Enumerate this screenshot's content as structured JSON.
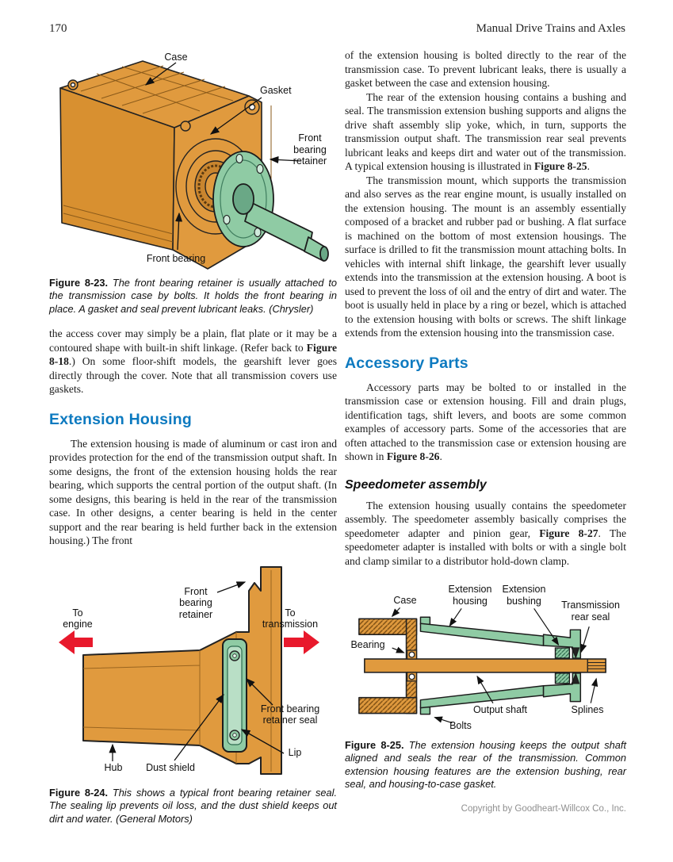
{
  "header": {
    "page_number": "170",
    "title": "Manual Drive Trains and Axles"
  },
  "headings": {
    "extension_housing": "Extension Housing",
    "accessory_parts": "Accessory Parts",
    "speedometer_assembly": "Speedometer assembly"
  },
  "paragraphs": {
    "left_access_cover": [
      {
        "t": "the access cover may simply be a plain, flat plate or it may be a contoured shape with built-in shift linkage. (Refer back to "
      },
      {
        "t": "Figure 8-18",
        "b": true
      },
      {
        "t": ".) On some floor-shift models, the gearshift lever goes directly through the cover. Note that all transmission covers use gaskets."
      }
    ],
    "left_extension": [
      {
        "t": "The extension housing is made of aluminum or cast iron and provides protection for the end of the transmission output shaft. In some designs, the front of the extension housing holds the rear bearing, which supports the central portion of the output shaft. (In some designs, this bearing is held in the rear of the transmission case. In other designs, a center bearing is held in the center support and the rear bearing is held further back in the extension housing.) The front"
      }
    ],
    "right_continuation": [
      {
        "t": "of the extension housing is bolted directly to the rear of the transmission case. To prevent lubricant leaks, there is usually a gasket between the case and extension housing."
      }
    ],
    "right_rear": [
      {
        "t": "The rear of the extension housing contains a bushing and seal. The transmission extension bushing supports and aligns the drive shaft assembly slip yoke, which, in turn, supports the transmission output shaft. The transmission rear seal prevents lubricant leaks and keeps dirt and water out of the transmission. A typical extension housing is illustrated in "
      },
      {
        "t": "Figure 8-25",
        "b": true
      },
      {
        "t": "."
      }
    ],
    "right_mount": [
      {
        "t": "The transmission mount, which supports the transmission and also serves as the rear engine mount, is usually installed on the extension housing. The mount is an assembly essentially composed of a bracket and rubber pad or bushing. A flat surface is machined on the bottom of most extension housings. The surface is drilled to fit the transmission mount attaching bolts. In vehicles with internal shift linkage, the gearshift lever usually extends into the transmission at the extension housing. A boot is used to prevent the loss of oil and the entry of dirt and water. The boot is usually held in place by a ring or bezel, which is attached to the extension housing with bolts or screws. The shift linkage extends from the extension housing into the transmission case."
      }
    ],
    "right_accessory": [
      {
        "t": "Accessory parts may be bolted to or installed in the transmission case or extension housing. Fill and drain plugs, identification tags, shift levers, and boots are some common examples of accessory parts. Some of the accessories that are often attached to the transmission case or extension housing are shown in "
      },
      {
        "t": "Figure 8-26",
        "b": true
      },
      {
        "t": "."
      }
    ],
    "right_speedo": [
      {
        "t": "The extension housing usually contains the speedometer assembly. The speedometer assembly basically comprises the speedometer adapter and pinion gear, "
      },
      {
        "t": "Figure 8-27",
        "b": true
      },
      {
        "t": ". The speedometer adapter is installed with bolts or with a single bolt and clamp similar to a distributor hold-down clamp."
      }
    ]
  },
  "figures": {
    "fig23": {
      "caption_label": "Figure 8-23.",
      "caption_text": " The front bearing retainer is usually attached to the transmission case by bolts. It holds the front bearing in place. A gasket and seal prevent lubricant leaks. (Chrysler)",
      "labels": {
        "case": "Case",
        "gasket": "Gasket",
        "front_bearing_retainer": "Front\nbearing\nretainer",
        "front_bearing": "Front bearing"
      }
    },
    "fig24": {
      "caption_label": "Figure 8-24.",
      "caption_text": " This shows a typical front bearing retainer seal. The sealing lip prevents oil loss, and the dust shield keeps out dirt and water. (General Motors)",
      "labels": {
        "front_bearing_retainer": "Front\nbearing\nretainer",
        "to_engine": "To\nengine",
        "to_transmission": "To\ntransmission",
        "front_bearing_retainer_seal": "Front bearing\nretainer seal",
        "lip": "Lip",
        "dust_shield": "Dust shield",
        "hub": "Hub"
      }
    },
    "fig25": {
      "caption_label": "Figure 8-25.",
      "caption_text": " The extension housing keeps the output shaft aligned and seals the rear of the transmission. Common extension housing features are the extension bushing, rear seal, and housing-to-case gasket.",
      "labels": {
        "case": "Case",
        "extension_housing": "Extension\nhousing",
        "extension_bushing": "Extension\nbushing",
        "transmission_rear_seal": "Transmission\nrear seal",
        "bearing": "Bearing",
        "output_shaft": "Output shaft",
        "bolts": "Bolts",
        "splines": "Splines"
      }
    }
  },
  "footer": {
    "copyright": "Copyright by Goodheart-Willcox Co., Inc."
  },
  "colors": {
    "heading_blue": "#0d7ac0",
    "case_orange": "#e09a3e",
    "retainer_green": "#8fcba4",
    "arrow_red": "#e8192c"
  }
}
